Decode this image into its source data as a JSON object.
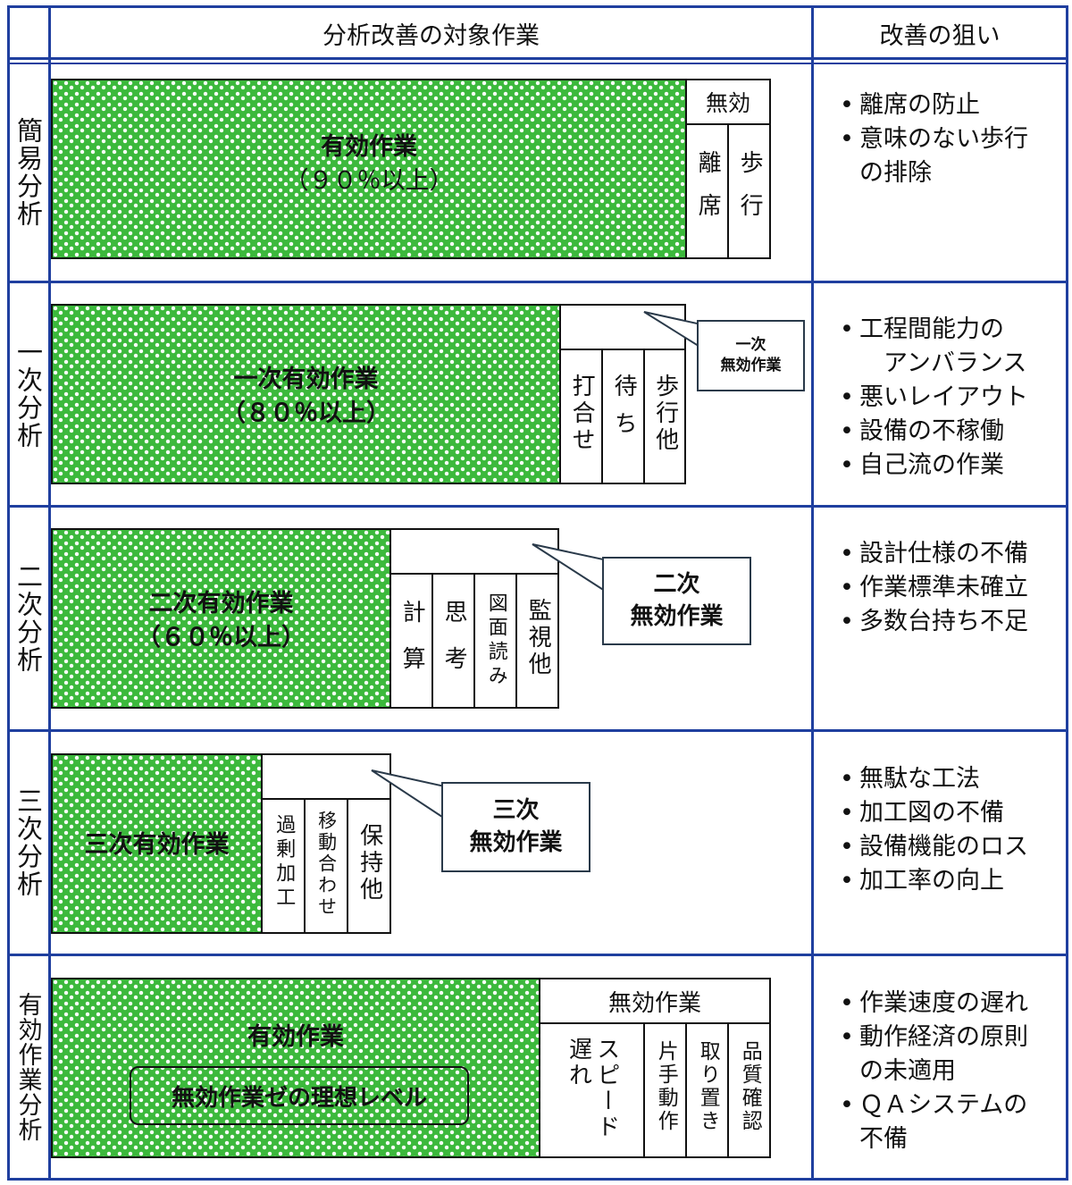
{
  "header": {
    "target_work": "分析改善の対象作業",
    "aim": "改善の狙い"
  },
  "rows": [
    {
      "label": "簡易分析",
      "effective": [
        "有効作業",
        "（９０％以上）"
      ],
      "ineffective_title": "無効",
      "cells": [
        "離席",
        "歩行"
      ],
      "callout": "",
      "aims": [
        [
          "離席の防止"
        ],
        [
          "意味のない歩行",
          "の排除"
        ]
      ]
    },
    {
      "label": "一次分析",
      "effective": [
        "一次有効作業",
        "（８０％以上）"
      ],
      "cells": [
        "打合せ",
        "待ち",
        "歩行他"
      ],
      "callout": [
        "一次",
        "無効作業"
      ],
      "aims": [
        [
          "工程間能力の",
          "　アンバランス"
        ],
        [
          "悪いレイアウト"
        ],
        [
          "設備の不稼働"
        ],
        [
          "自己流の作業"
        ]
      ]
    },
    {
      "label": "二次分析",
      "effective": [
        "二次有効作業",
        "（６０％以上）"
      ],
      "cells": [
        "計算",
        "思考",
        "図面読み",
        "監視他"
      ],
      "callout": [
        "二次",
        "無効作業"
      ],
      "aims": [
        [
          "設計仕様の不備"
        ],
        [
          "作業標準未確立"
        ],
        [
          "多数台持ち不足"
        ]
      ]
    },
    {
      "label": "三次分析",
      "effective": [
        "三次有効作業"
      ],
      "cells": [
        "過剰加工",
        "移動合わせ",
        "保持他"
      ],
      "callout": [
        "三次",
        "無効作業"
      ],
      "aims": [
        [
          "無駄な工法"
        ],
        [
          "加工図の不備"
        ],
        [
          "設備機能のロス"
        ],
        [
          "加工率の向上"
        ]
      ]
    },
    {
      "label": "有効作業分析",
      "effective": [
        "有効作業"
      ],
      "ideal": "無効作業ゼの理想レベル",
      "ineffective_title": "無効作業",
      "cells": [
        "スピード遅れ",
        "片手動作",
        "取り置き",
        "品質確認"
      ],
      "aims": [
        [
          "作業速度の遅れ"
        ],
        [
          "動作経済の原則",
          "の未適用"
        ],
        [
          "ＱＡシステムの",
          "不備"
        ]
      ]
    }
  ],
  "colors": {
    "grid": "#1f3f9f",
    "pattern": "#3cb93c"
  }
}
